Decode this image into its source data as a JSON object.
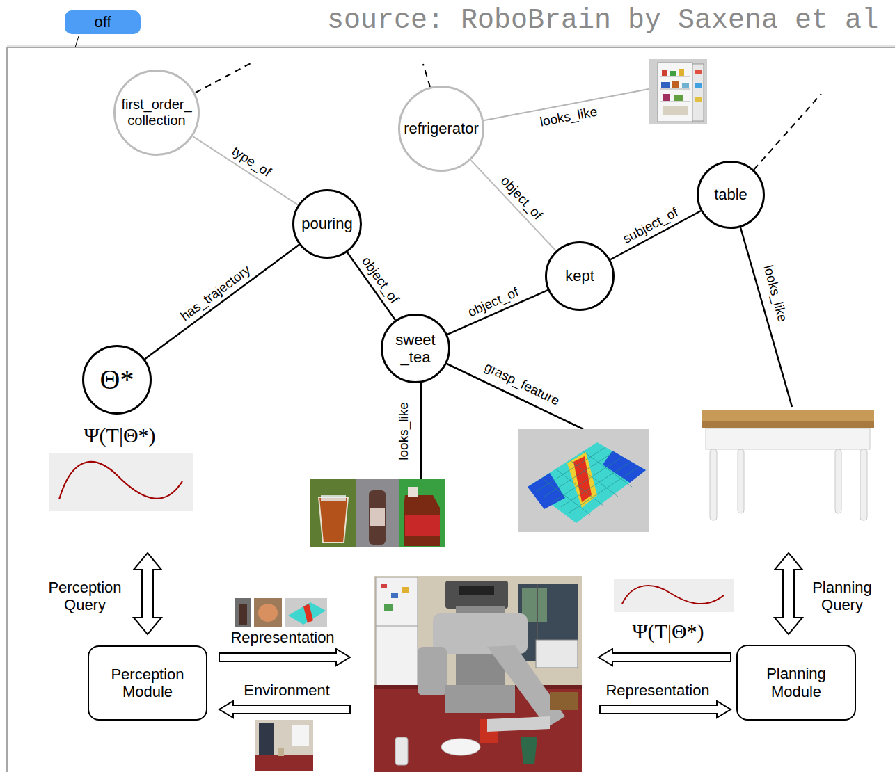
{
  "diagram": {
    "nodes": [
      {
        "text": [
          "off"
        ]
      },
      {
        "text": [
          "first_order_ collection"
        ]
      },
      {
        "text": [
          "refrigerator"
        ]
      },
      {
        "text": [
          "table"
        ]
      },
      {
        "text": [
          "pouring"
        ]
      },
      {
        "text": [
          "kept"
        ]
      },
      {
        "text": [
          "sweet _tea"
        ]
      },
      {
        "text": [
          "Θ*"
        ]
      },
      {
        "text": [
          "Perception Module"
        ]
      },
      {
        "text": [
          "Planning Module"
        ]
      }
    ],
    "edges": [
      {
        "from": 1,
        "to": 4,
        "arrow": "none",
        "label": "type_of"
      },
      {
        "from": 2,
        "to": 5,
        "arrow": "none",
        "label": "object_of"
      },
      {
        "from": 4,
        "to": 7,
        "arrow": "none",
        "label": "has_trajectory"
      },
      {
        "from": 4,
        "to": 6,
        "arrow": "none",
        "label": "object_of"
      },
      {
        "from": 6,
        "to": 5,
        "arrow": "none",
        "label": "object_of"
      },
      {
        "from": 5,
        "to": 3,
        "arrow": "none",
        "label": "subject_of"
      }
    ],
    "labels": [
      "source: RoboBrain by Saxena et al",
      "looks_like",
      "looks_like",
      "grasp_feature",
      "looks_like",
      "Ψ(T|Θ*)",
      "Perception Query",
      "Representation",
      "Environment",
      "Ψ(T|Θ*)",
      "Representation",
      "Planning Query"
    ]
  }
}
